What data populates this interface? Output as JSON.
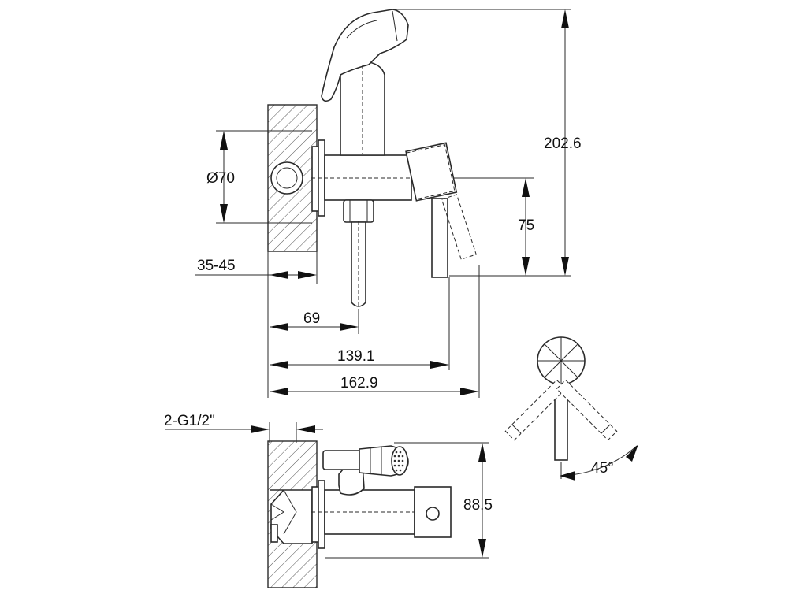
{
  "dimensions": {
    "height_total": "202.6",
    "diameter": "Ø70",
    "lever_height": "75",
    "wall_depth": "35-45",
    "outlet_offset": "69",
    "body_length": "139.1",
    "overall_length": "162.9",
    "thread": "2-G1/2\"",
    "bottom_height": "88.5",
    "rotation_angle": "45°"
  }
}
